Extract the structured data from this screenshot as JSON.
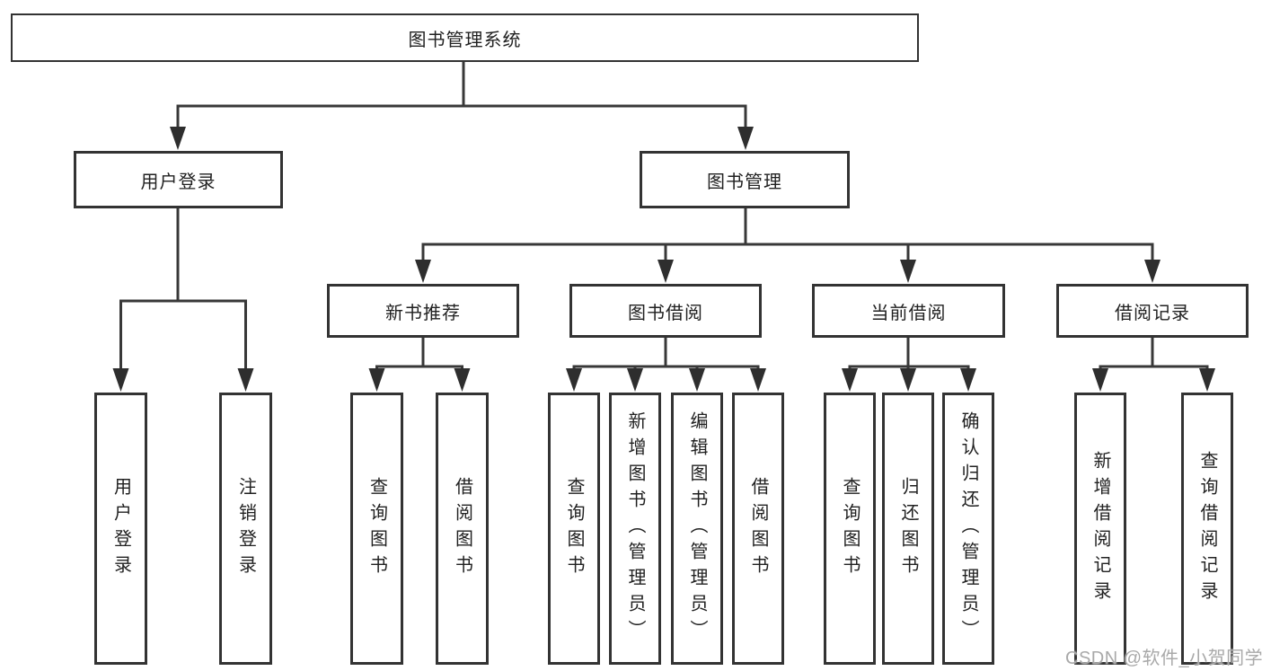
{
  "diagram": {
    "root": {
      "label": "图书管理系统"
    },
    "children": [
      {
        "label": "用户登录",
        "children": [
          {
            "label": "用户登录"
          },
          {
            "label": "注销登录"
          }
        ]
      },
      {
        "label": "图书管理",
        "children": [
          {
            "label": "新书推荐",
            "children": [
              {
                "label": "查询图书"
              },
              {
                "label": "借阅图书"
              }
            ]
          },
          {
            "label": "图书借阅",
            "children": [
              {
                "label": "查询图书"
              },
              {
                "label": "新增图书（管理员）"
              },
              {
                "label": "编辑图书（管理员）"
              },
              {
                "label": "借阅图书"
              }
            ]
          },
          {
            "label": "当前借阅",
            "children": [
              {
                "label": "查询图书"
              },
              {
                "label": "归还图书"
              },
              {
                "label": "确认归还（管理员）"
              }
            ]
          },
          {
            "label": "借阅记录",
            "children": [
              {
                "label": "新增借阅记录"
              },
              {
                "label": "查询借阅记录"
              }
            ]
          }
        ]
      }
    ]
  },
  "watermark": {
    "text": "CSDN @软件_小贺同学"
  },
  "colors": {
    "background": "#ffffff",
    "line": "#383838",
    "arrow": "#2e2e2e",
    "box_border": "#333333",
    "box_text": "#212121",
    "watermark": "#a9a9a9"
  }
}
